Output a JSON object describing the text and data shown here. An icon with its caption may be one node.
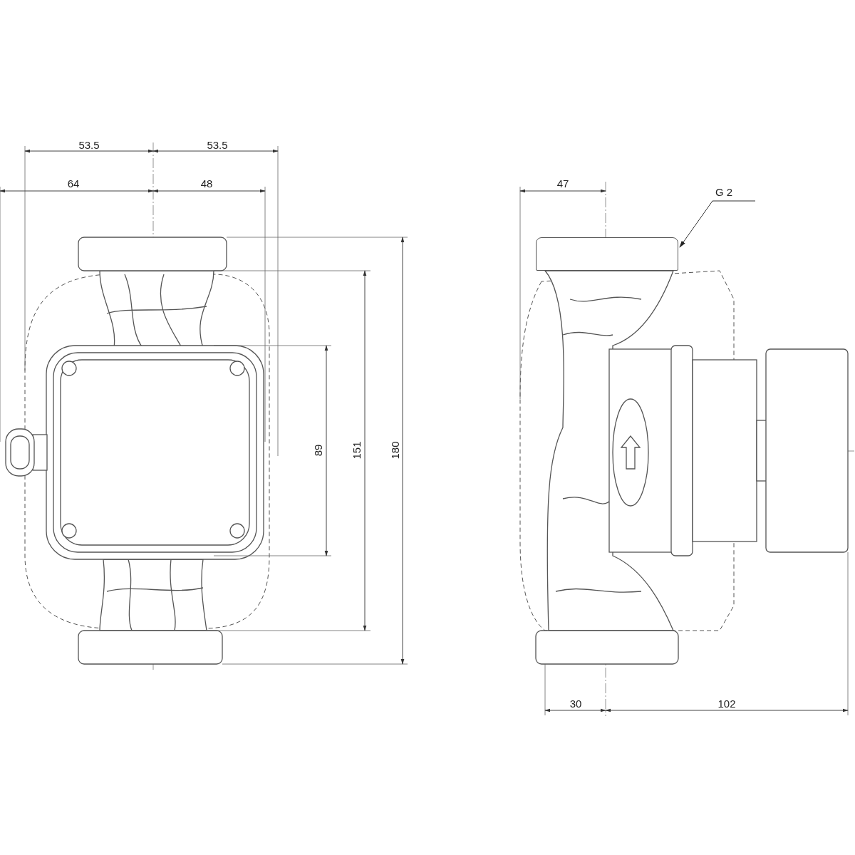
{
  "diagram": {
    "nodes": [
      {
        "text": [
          "G 2"
        ]
      },
      {
        "text": [],
        "shape": "box"
      }
    ],
    "edges": [
      {
        "from": 0,
        "to": 1,
        "arrow": "to"
      }
    ],
    "labels": [
      "53.5",
      "53.5",
      "64",
      "48",
      "47",
      "89",
      "151",
      "180",
      "30",
      "102"
    ]
  }
}
